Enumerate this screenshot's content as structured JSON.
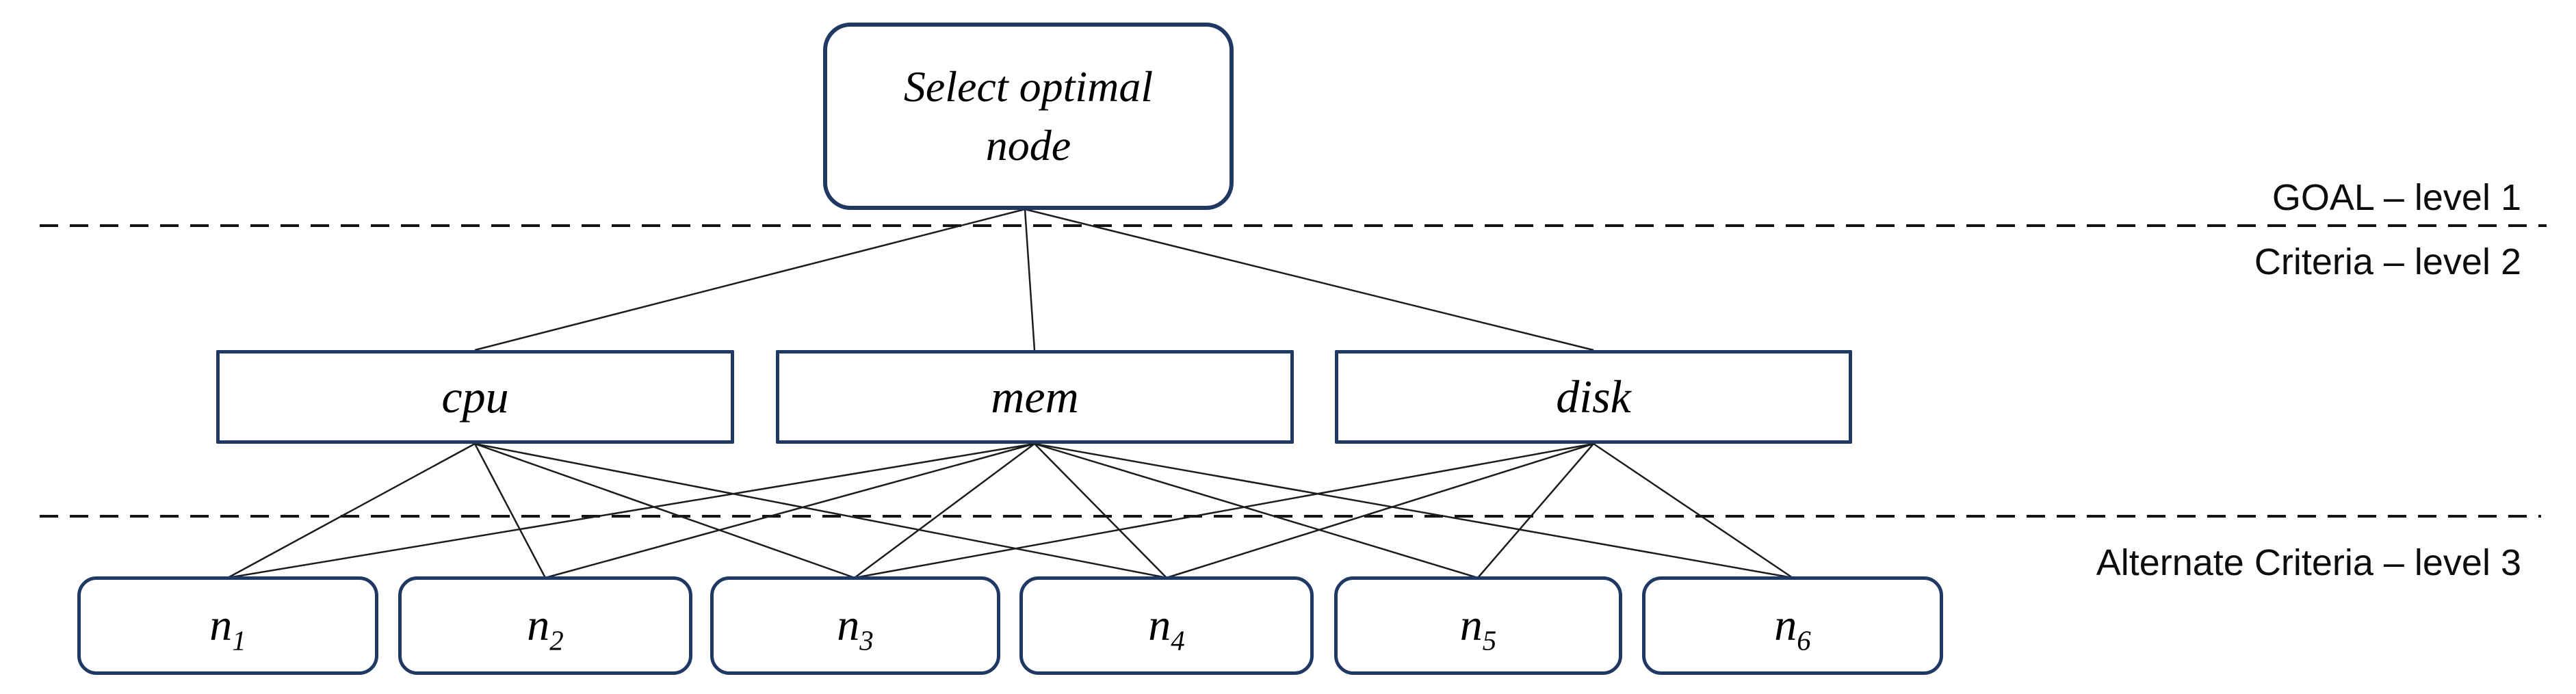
{
  "diagram": {
    "goal": {
      "label": "Select optimal node"
    },
    "criteria": [
      {
        "id": "cpu",
        "label": "cpu"
      },
      {
        "id": "mem",
        "label": "mem"
      },
      {
        "id": "disk",
        "label": "disk"
      }
    ],
    "alternatives": [
      {
        "id": "n1",
        "base": "n",
        "sub": "1"
      },
      {
        "id": "n2",
        "base": "n",
        "sub": "2"
      },
      {
        "id": "n3",
        "base": "n",
        "sub": "3"
      },
      {
        "id": "n4",
        "base": "n",
        "sub": "4"
      },
      {
        "id": "n5",
        "base": "n",
        "sub": "5"
      },
      {
        "id": "n6",
        "base": "n",
        "sub": "6"
      }
    ],
    "levels": [
      {
        "label": "GOAL – level 1"
      },
      {
        "label": "Criteria – level 2"
      },
      {
        "label": "Alternate Criteria – level 3"
      }
    ],
    "edges": [
      {
        "from": "goal",
        "to": "cpu"
      },
      {
        "from": "goal",
        "to": "mem"
      },
      {
        "from": "goal",
        "to": "disk"
      },
      {
        "from": "cpu",
        "to": "n1"
      },
      {
        "from": "cpu",
        "to": "n2"
      },
      {
        "from": "cpu",
        "to": "n3"
      },
      {
        "from": "cpu",
        "to": "n4"
      },
      {
        "from": "mem",
        "to": "n1"
      },
      {
        "from": "mem",
        "to": "n2"
      },
      {
        "from": "mem",
        "to": "n3"
      },
      {
        "from": "mem",
        "to": "n4"
      },
      {
        "from": "mem",
        "to": "n5"
      },
      {
        "from": "mem",
        "to": "n6"
      },
      {
        "from": "disk",
        "to": "n3"
      },
      {
        "from": "disk",
        "to": "n4"
      },
      {
        "from": "disk",
        "to": "n5"
      },
      {
        "from": "disk",
        "to": "n6"
      }
    ],
    "colors": {
      "box_border": "#1f3864",
      "connector": "#1c1c1c",
      "separator": "#141414",
      "text": "#000000",
      "background": "#ffffff"
    }
  }
}
